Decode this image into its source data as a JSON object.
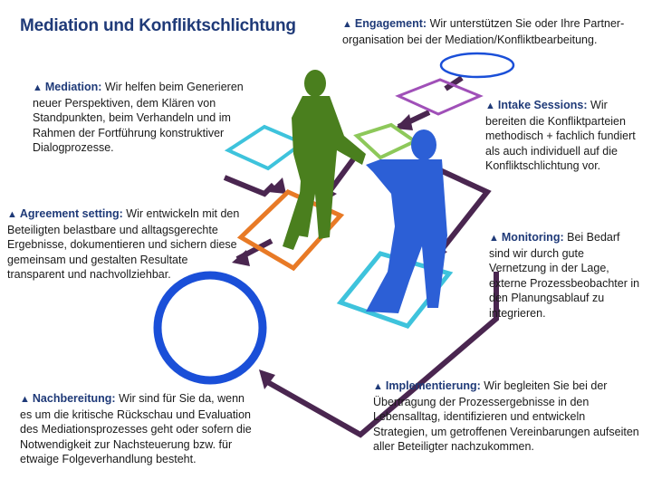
{
  "title": "Mediation und Konfliktschlichtung",
  "marker": "▲",
  "colors": {
    "title": "#1f3a78",
    "arrow": "#4a2650",
    "green_figure": "#4a7f1e",
    "blue_figure": "#2c5fd6",
    "circle": "#1a4fd8",
    "orange": "#e87a26",
    "cyan": "#3ec3dc",
    "lime": "#8dc85a",
    "purple": "#a050b8"
  },
  "steps": [
    {
      "id": "engagement",
      "heading": "Engagement:",
      "text": "Wir unterstützen Sie oder Ihre Partner-organisation bei der Mediation/Konfliktbearbeitung."
    },
    {
      "id": "intake",
      "heading": "Intake Sessions:",
      "text": "Wir bereiten die Konfliktparteien methodisch + fachlich fundiert als auch individuell auf die Konfliktschlichtung vor."
    },
    {
      "id": "mediation",
      "heading": "Mediation:",
      "text": "Wir helfen beim Generieren neuer Perspektiven, dem Klären von Standpunkten, beim Verhandeln und im Rahmen der Fortführung konstruktiver Dialogprozesse."
    },
    {
      "id": "agreement",
      "heading": "Agreement setting:",
      "text": "Wir entwickeln mit den Beteiligten belastbare und alltagsgerechte Ergebnisse, dokumentieren und sichern diese gemeinsam und gestalten Resultate transparent und nachvollziehbar."
    },
    {
      "id": "monitoring",
      "heading": "Monitoring:",
      "text": "Bei Bedarf sind wir durch gute Vernetzung in der Lage, externe Prozessbeobachter in den Planungsablauf zu integrieren."
    },
    {
      "id": "implementierung",
      "heading": "Implementierung:",
      "text": "Wir begleiten Sie bei der Übertragung der Prozessergebnisse in den Lebensalltag, identifizieren und entwickeln Strategien, um getroffenen Vereinbarungen aufseiten aller Beteiligter nachzukommen."
    },
    {
      "id": "nachbereitung",
      "heading": "Nachbereitung:",
      "text": "Wir sind für Sie da, wenn es um die kritische Rückschau und Evaluation des Mediationsprozesses geht oder sofern die Notwendigkeit zur Nachsteuerung bzw. für etwaige Folgeverhandlung besteht."
    }
  ]
}
